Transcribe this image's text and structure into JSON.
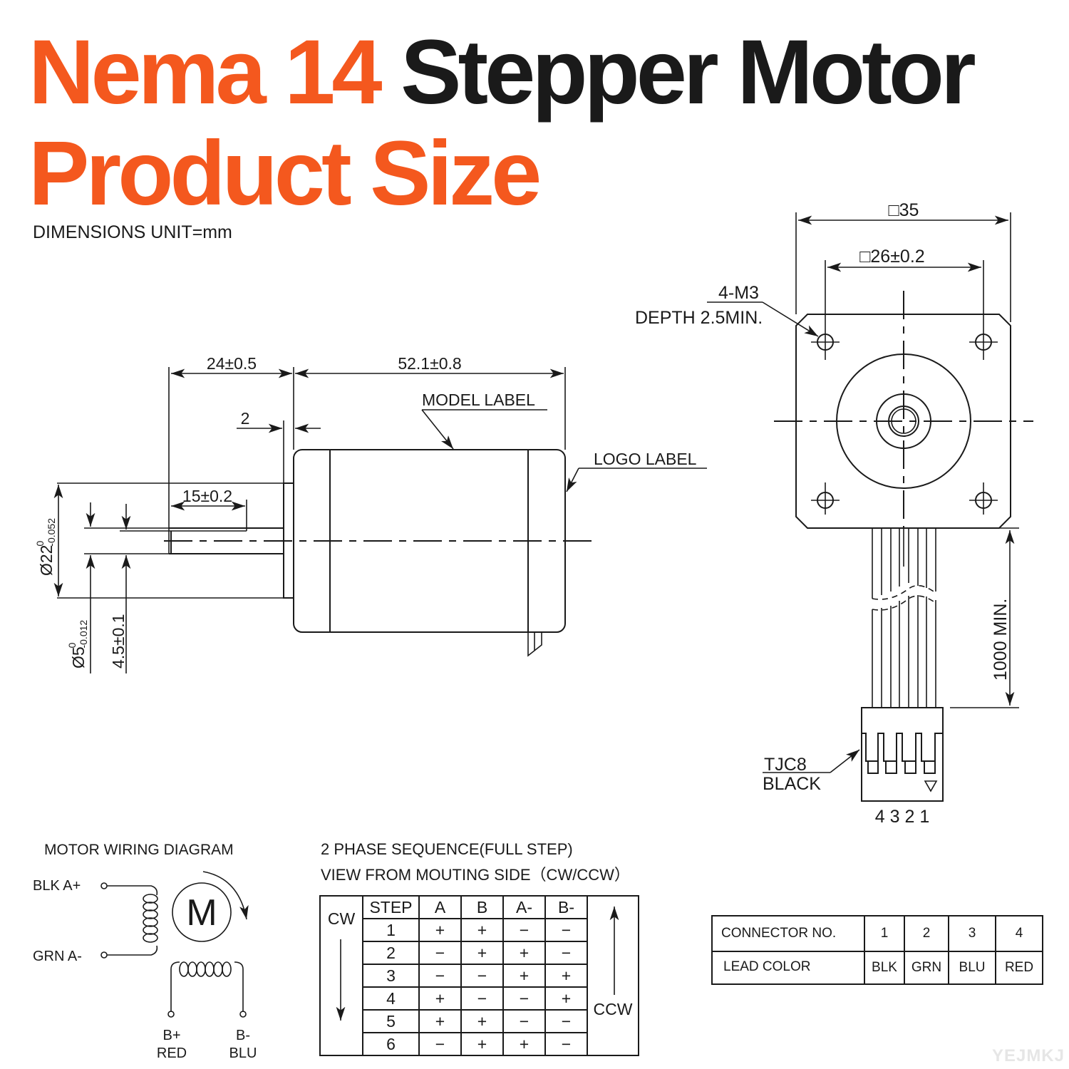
{
  "header": {
    "title_line1_orange": "Nema 14",
    "title_line1_black": "Stepper Motor",
    "title_line2": "Product Size",
    "units": "DIMENSIONS UNIT=mm",
    "accent_color": "#F4581E"
  },
  "side_view": {
    "dim_shaft_length": "24±0.5",
    "dim_body_length": "52.1±0.8",
    "dim_flange": "2",
    "dim_flat_length": "15±0.2",
    "dim_boss_diameter": "Ø22",
    "dim_boss_tol_upper": "0",
    "dim_boss_tol_lower": "-0.052",
    "dim_shaft_diameter": "Ø5",
    "dim_shaft_tol_upper": "0",
    "dim_shaft_tol_lower": "-0.012",
    "dim_flat_depth": "4.5±0.1",
    "label_model": "MODEL LABEL",
    "label_logo": "LOGO LABEL"
  },
  "front_view": {
    "dim_frame": "□35",
    "dim_hole_spacing": "□26±0.2",
    "holes_label_1": "4-M3",
    "holes_label_2": "DEPTH 2.5MIN.",
    "dim_lead_length": "1000 MIN.",
    "connector_label_1": "TJC8",
    "connector_label_2": "BLACK",
    "connector_pins": "4 3 2 1"
  },
  "wiring": {
    "title": "MOTOR WIRING  DIAGRAM",
    "a_plus": "BLK  A+",
    "a_minus": "GRN  A-",
    "b_plus_1": "B+",
    "b_plus_2": "RED",
    "b_minus_1": "B-",
    "b_minus_2": "BLU",
    "motor_symbol": "M"
  },
  "sequence": {
    "title_1": "2 PHASE SEQUENCE(FULL STEP)",
    "title_2": "VIEW FROM MOUTING SIDE（CW/CCW）",
    "cw": "CW",
    "ccw": "CCW",
    "headers": [
      "STEP",
      "A",
      "B",
      "A-",
      "B-"
    ],
    "rows": [
      [
        "1",
        "+",
        "+",
        "−",
        "−"
      ],
      [
        "2",
        "−",
        "+",
        "+",
        "−"
      ],
      [
        "3",
        "−",
        "−",
        "+",
        "+"
      ],
      [
        "4",
        "+",
        "−",
        "−",
        "+"
      ],
      [
        "5",
        "+",
        "+",
        "−",
        "−"
      ],
      [
        "6",
        "−",
        "+",
        "+",
        "−"
      ]
    ]
  },
  "connector_table": {
    "row1_label": "CONNECTOR NO.",
    "row2_label": "LEAD COLOR",
    "numbers": [
      "1",
      "2",
      "3",
      "4"
    ],
    "colors": [
      "BLK",
      "GRN",
      "BLU",
      "RED"
    ]
  },
  "watermark": "YEJMKJ"
}
